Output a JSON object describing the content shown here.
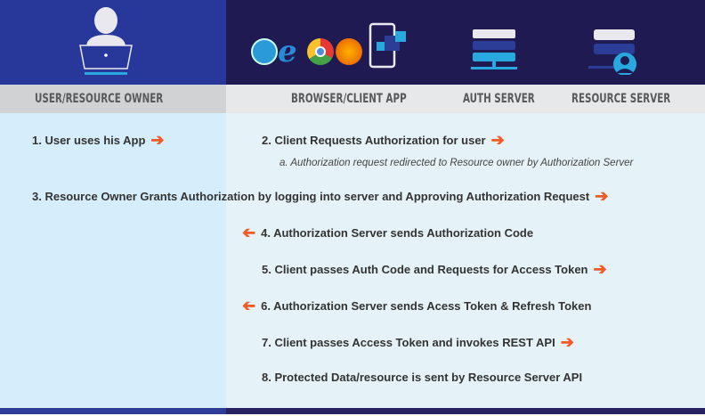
{
  "columns": {
    "user": "USER/RESOURCE OWNER",
    "client": "BROWSER/CLIENT APP",
    "auth": "AUTH SERVER",
    "resource": "RESOURCE SERVER"
  },
  "steps": [
    {
      "text": "1. User uses his App",
      "arrow": "right"
    },
    {
      "text": "2. Client Requests Authorization for user",
      "arrow": "right",
      "sub": "a. Authorization request redirected to Resource owner by Authorization Server"
    },
    {
      "text": "3. Resource Owner Grants Authorization by logging into server and Approving Authorization Request",
      "arrow": "right"
    },
    {
      "text": "4. Authorization Server sends Authorization Code",
      "arrow": "left"
    },
    {
      "text": "5. Client passes Auth Code and Requests for Access Token",
      "arrow": "right"
    },
    {
      "text": "6. Authorization Server sends Acess Token & Refresh Token",
      "arrow": "left"
    },
    {
      "text": "7. Client passes Access Token and invokes REST API",
      "arrow": "right"
    },
    {
      "text": "8. Protected Data/resource is sent by Resource Server API",
      "arrow": "none"
    }
  ],
  "arrow_glyph": "➔",
  "colors": {
    "arrow": "#f15a29",
    "header_left": "#27389a",
    "header_right": "#1f1b52"
  }
}
